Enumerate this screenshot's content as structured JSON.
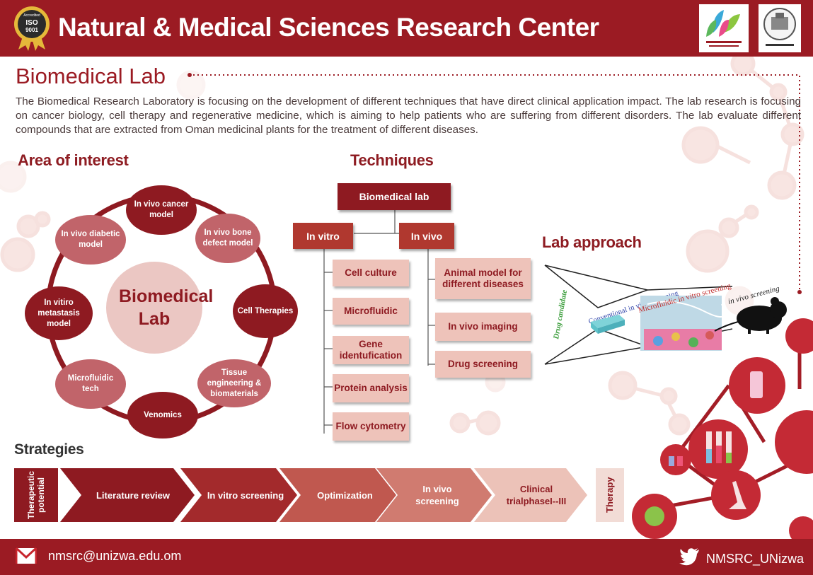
{
  "header": {
    "title": "Natural & Medical Sciences Research Center",
    "iso_badge": {
      "top": "Accredited",
      "line1": "ISO",
      "line2": "9001"
    },
    "colors": {
      "brand": "#9b1b23",
      "accent": "#c1646a",
      "light": "#ebc7c3"
    }
  },
  "lab": {
    "title": "Biomedical Lab",
    "intro": "The Biomedical Research Laboratory is focusing on the development of different techniques that have direct clinical application impact. The lab research is focusing on cancer biology, cell therapy and regenerative medicine, which is aiming to help patients who are suffering from different disorders. The lab evaluate different compounds that are extracted from Oman medicinal plants for the treatment of different diseases."
  },
  "area_of_interest": {
    "heading": "Area of interest",
    "center": "Biomedical Lab",
    "nodes": [
      "In vivo cancer model",
      "In vivo bone defect model",
      "Cell Therapies",
      "Tissue engineering & biomaterials",
      "Venomics",
      "Microfluidic tech",
      "In vitiro metastasis model",
      "In vivo diabetic model"
    ]
  },
  "techniques": {
    "heading": "Techniques",
    "root": "Biomedical lab",
    "in_vitro": {
      "label": "In vitro",
      "items": [
        "Cell culture",
        "Microfluidic",
        "Gene identufication",
        "Protein analysis",
        "Flow cytometry"
      ]
    },
    "in_vivo": {
      "label": "In vivo",
      "items": [
        "Animal model for different diseases",
        "In vivo imaging",
        "Drug screening"
      ]
    }
  },
  "lab_approach": {
    "heading": "Lab approach",
    "drug_candidate": "Drug candidate",
    "conventional": "Conventional in vitro screening",
    "microfluidic": "Microfluidic in vitro screening",
    "in_vivo": "in vivo screening"
  },
  "strategies": {
    "heading": "Strategies",
    "start": "Therapeutic potential",
    "steps": [
      "Literature review",
      "In vitro screening",
      "Optimization",
      "In vivo screening",
      "Clinical trialphaseI--III"
    ],
    "end": "Therapy"
  },
  "footer": {
    "email": "nmsrc@unizwa.edu.om",
    "twitter": "NMSRC_UNizwa"
  }
}
